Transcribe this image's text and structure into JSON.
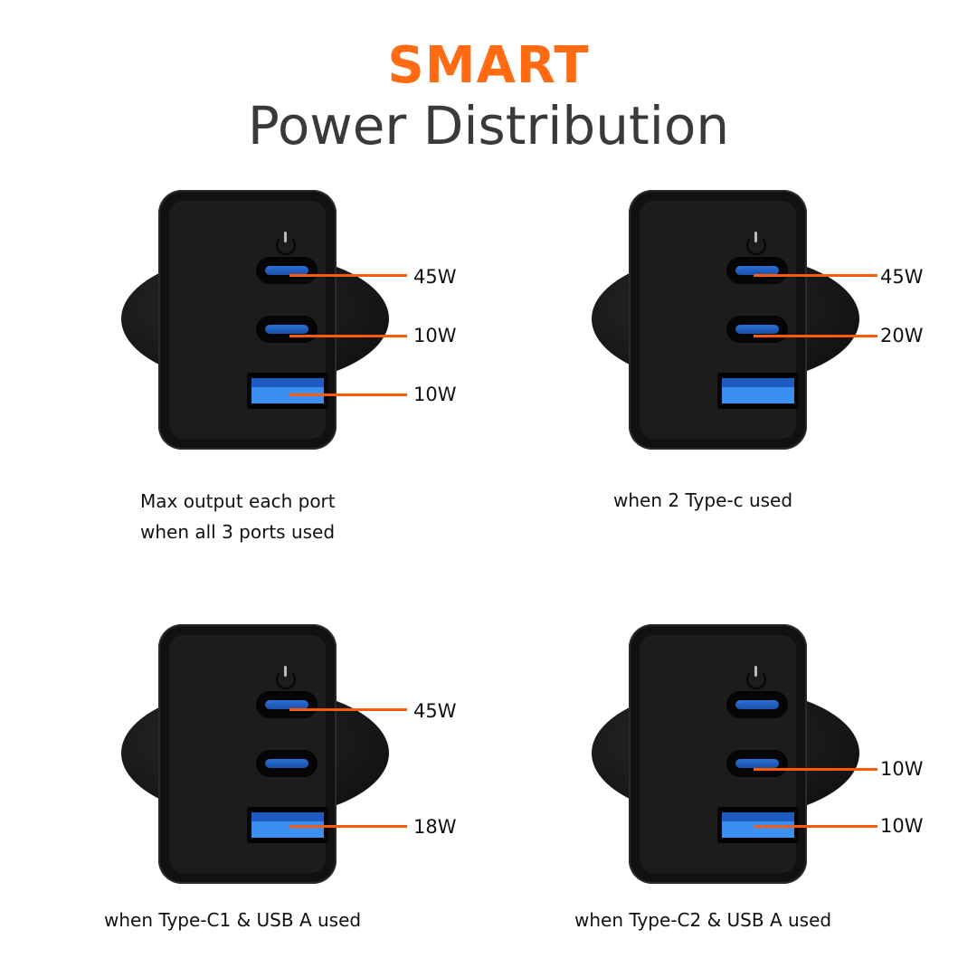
{
  "title": {
    "highlight": "SMART",
    "main": "Power Distribution"
  },
  "panels": [
    {
      "labels": {
        "c1": "45W",
        "c2": "10W",
        "usba": "10W"
      },
      "caption": [
        "Max output each port",
        "when all 3 ports used"
      ]
    },
    {
      "labels": {
        "c1": "45W",
        "c2": "20W"
      },
      "caption": [
        "when 2 Type-c used"
      ]
    },
    {
      "labels": {
        "c1": "45W",
        "usba": "18W"
      },
      "caption": [
        "when Type-C1 & USB A used"
      ]
    },
    {
      "labels": {
        "c2": "10W",
        "usba": "10W"
      },
      "caption": [
        "when Type-C2 & USB A used"
      ]
    }
  ],
  "colors": {
    "accent": "#ff6a13",
    "line": "#ff5a0a",
    "port": "#2a6fd6"
  }
}
